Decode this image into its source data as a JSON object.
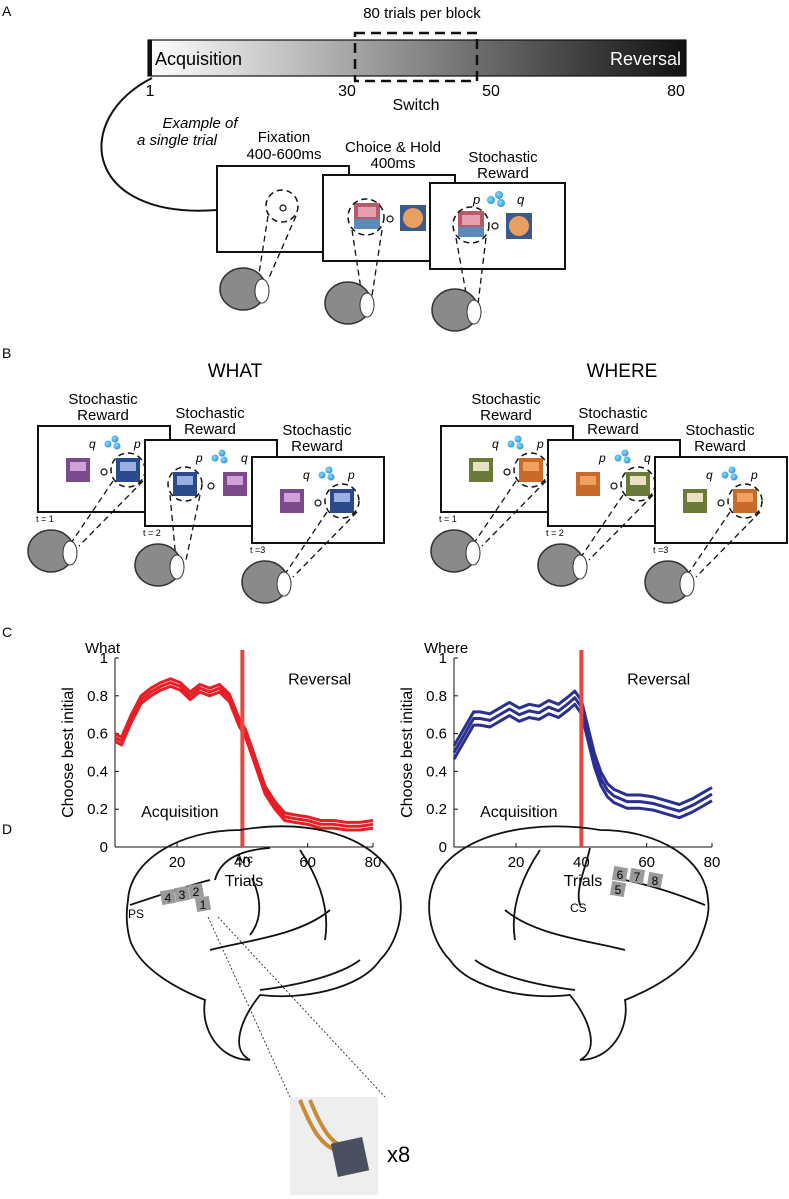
{
  "panels": {
    "a": "A",
    "b": "B",
    "c": "C",
    "d": "D"
  },
  "panel_a": {
    "block_label": "80 trials per block",
    "acquisition": "Acquisition",
    "reversal": "Reversal",
    "switch": "Switch",
    "ticks": [
      "1",
      "30",
      "50",
      "80"
    ],
    "example_line1": "Example of",
    "example_line2": "a single trial",
    "fixation_line1": "Fixation",
    "fixation_line2": "400-600ms",
    "choice_line1": "Choice & Hold",
    "choice_line2": "400ms",
    "reward_line1": "Stochastic",
    "reward_line2": "Reward",
    "p": "p",
    "q": "q"
  },
  "panel_b": {
    "what_title": "WHAT",
    "where_title": "WHERE",
    "stoch_line1": "Stochastic",
    "stoch_line2": "Reward",
    "t1": "t = 1",
    "t2": "t = 2",
    "t3": "t =3",
    "p": "p",
    "q": "q"
  },
  "panel_c": {
    "what_label": "What",
    "where_label": "Where",
    "ylabel": "Choose best initial",
    "xlabel": "Trials",
    "reversal": "Reversal",
    "acquisition": "Acquisition",
    "colors": {
      "what": "#e61e25",
      "where": "#2b2f8f",
      "switch": "#e8473f"
    }
  },
  "chart_data": [
    {
      "type": "line",
      "title": "What",
      "xlabel": "Trials",
      "ylabel": "Choose best initial",
      "xlim": [
        1,
        80
      ],
      "ylim": [
        0,
        1
      ],
      "xticks": [
        "20",
        "40",
        "60",
        "80"
      ],
      "yticks": [
        "0",
        "0.2",
        "0.4",
        "0.6",
        "0.8",
        "1"
      ],
      "switch_trial": 40,
      "series": [
        {
          "x": [
            1,
            3,
            6,
            9,
            12,
            15,
            18,
            21,
            24,
            27,
            30,
            33,
            36,
            39,
            41,
            43,
            45,
            47,
            50,
            53,
            56,
            60,
            64,
            68,
            72,
            76,
            80
          ],
          "values": [
            0.58,
            0.56,
            0.68,
            0.78,
            0.82,
            0.85,
            0.87,
            0.85,
            0.8,
            0.84,
            0.82,
            0.84,
            0.79,
            0.66,
            0.6,
            0.5,
            0.4,
            0.3,
            0.22,
            0.16,
            0.15,
            0.14,
            0.12,
            0.12,
            0.11,
            0.11,
            0.12
          ]
        }
      ],
      "band_halfwidth": 0.02
    },
    {
      "type": "line",
      "title": "Where",
      "xlabel": "Trials",
      "ylabel": "Choose best initial",
      "xlim": [
        1,
        80
      ],
      "ylim": [
        0,
        1
      ],
      "xticks": [
        "20",
        "40",
        "60",
        "80"
      ],
      "yticks": [
        "0",
        "0.2",
        "0.4",
        "0.6",
        "0.8",
        "1"
      ],
      "switch_trial": 40,
      "series": [
        {
          "x": [
            1,
            3,
            5,
            7,
            9,
            12,
            15,
            18,
            21,
            24,
            27,
            30,
            33,
            36,
            38,
            40,
            42,
            44,
            46,
            48,
            50,
            54,
            58,
            62,
            66,
            70,
            74,
            78,
            80
          ],
          "values": [
            0.5,
            0.56,
            0.62,
            0.68,
            0.68,
            0.67,
            0.7,
            0.73,
            0.7,
            0.72,
            0.71,
            0.74,
            0.72,
            0.76,
            0.79,
            0.74,
            0.6,
            0.46,
            0.36,
            0.3,
            0.27,
            0.24,
            0.24,
            0.23,
            0.21,
            0.19,
            0.22,
            0.26,
            0.28
          ]
        }
      ],
      "band_halfwidth": 0.035
    }
  ],
  "panel_d": {
    "arc": "Arc",
    "ps": "PS",
    "cs": "CS",
    "arrays": [
      "1",
      "2",
      "3",
      "4",
      "5",
      "6",
      "7",
      "8"
    ],
    "count": "x8"
  }
}
